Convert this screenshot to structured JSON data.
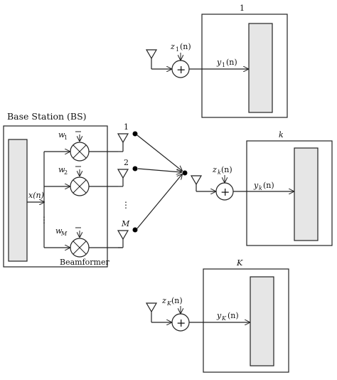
{
  "base_station": {
    "title": "Base Station (BS)",
    "beamformer_label": "Beamformer",
    "input_signal": "x(n)",
    "weights": {
      "w1": "w",
      "w1_sub": "1",
      "w2": "w",
      "w2_sub": "2",
      "wM": "w",
      "wM_sub": "M"
    },
    "dots_vertical": "⋮",
    "conj_mark": "−"
  },
  "antennas": {
    "label_1": "1",
    "label_2": "2",
    "label_M": "M",
    "dots": "⋮"
  },
  "users": [
    {
      "box_label": "1",
      "noise": "z",
      "noise_sub": "1",
      "noise_arg": "(n)",
      "output": "y",
      "output_sub": "1",
      "output_arg": "(n)"
    },
    {
      "box_label": "k",
      "noise": "z",
      "noise_sub": "k",
      "noise_arg": "(n)",
      "output": "y",
      "output_sub": "k",
      "output_arg": "(n)"
    },
    {
      "box_label": "K",
      "noise": "z",
      "noise_sub": "K",
      "noise_arg": "(n)",
      "output": "y",
      "output_sub": "K",
      "output_arg": "(n)"
    }
  ],
  "symbols": {
    "adder": "+",
    "multiplier": "×"
  }
}
